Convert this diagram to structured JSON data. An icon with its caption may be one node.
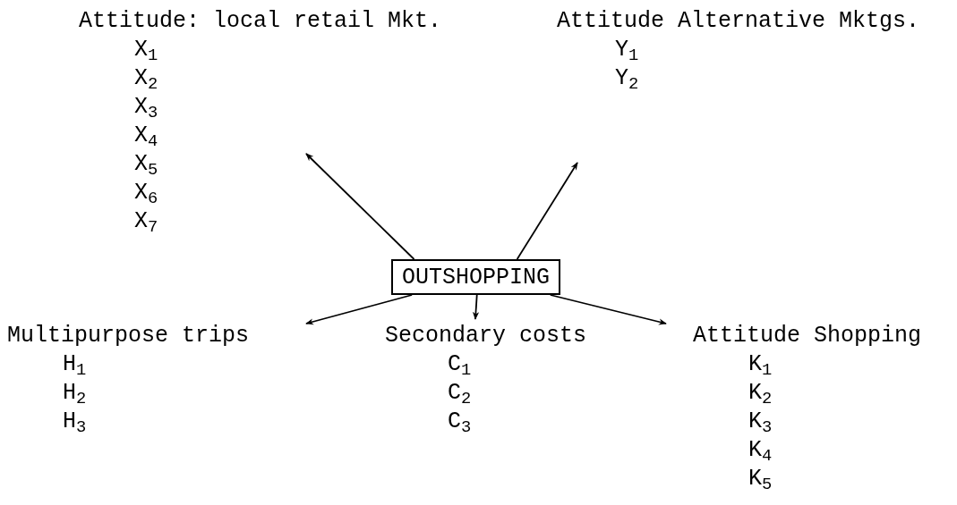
{
  "diagram": {
    "nodes": [
      {
        "text": [
          "OUTSHOPPING"
        ]
      },
      {
        "text": [
          "Attitude: local retail Mkt.",
          "X$_{1}$",
          "X$_{2}$",
          "X$_{3}$",
          "X$_{4}$",
          "X$_{5}$",
          "X$_{6}$",
          "X$_{7}$"
        ]
      },
      {
        "text": [
          "Attitude Alternative Mktgs.",
          "Y$_{1}$",
          "Y$_{2}$"
        ]
      },
      {
        "text": [
          "Multipurpose trips",
          "H$_{1}$",
          "H$_{2}$",
          "H$_{3}$"
        ]
      },
      {
        "text": [
          "Secondary costs",
          "C$_{1}$",
          "C$_{2}$",
          "C$_{3}$"
        ]
      },
      {
        "text": [
          "Attitude Shopping",
          "K$_{1}$",
          "K$_{2}$",
          "K$_{3}$",
          "K$_{4}$",
          "K$_{5}$"
        ]
      }
    ],
    "edges": [
      {
        "from": 0,
        "to": 1,
        "arrow": "to"
      },
      {
        "from": 0,
        "to": 2,
        "arrow": "to"
      },
      {
        "from": 0,
        "to": 3,
        "arrow": "to"
      },
      {
        "from": 0,
        "to": 4,
        "arrow": "to"
      },
      {
        "from": 0,
        "to": 5,
        "arrow": "to"
      }
    ]
  }
}
